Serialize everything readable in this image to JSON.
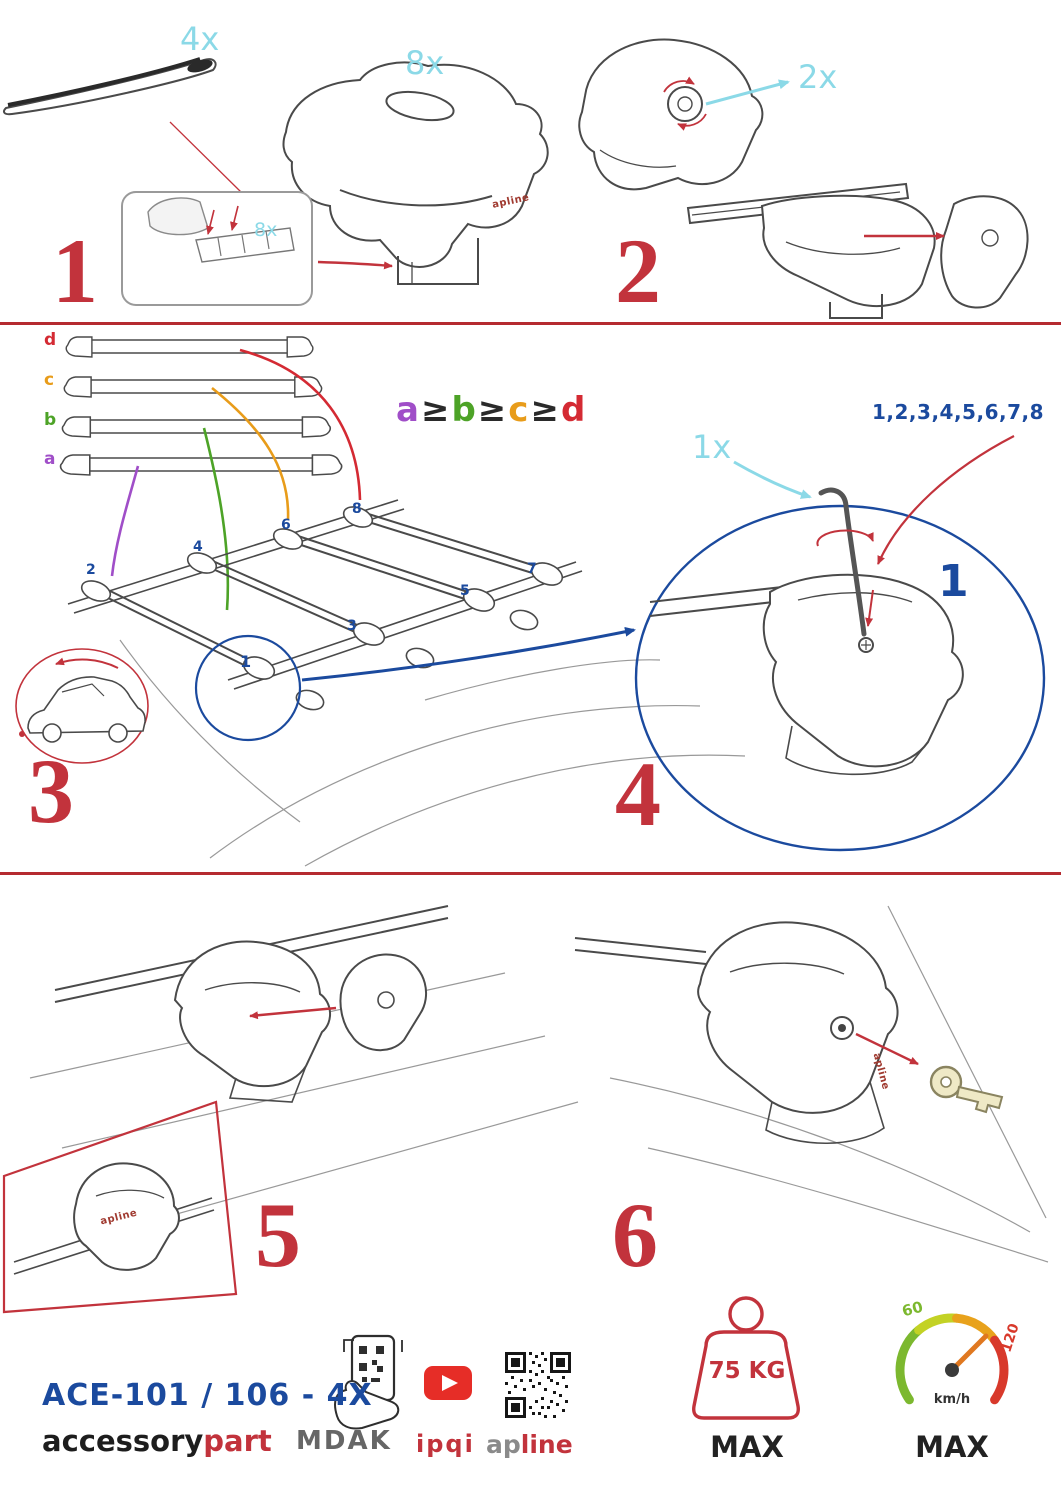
{
  "colors": {
    "accent_red": "#c2333c",
    "divider_red": "#b52a30",
    "quantity_cyan": "#8bd9e7",
    "callout_blue": "#1b4a9e",
    "bar_a_purple": "#a04ec8",
    "bar_b_green": "#4da327",
    "bar_c_orange": "#e89c1a",
    "bar_d_red": "#d42a33",
    "speed_green": "#7cb82f",
    "speed_red": "#d8392b"
  },
  "steps": {
    "s1": {
      "number": "1",
      "bar_qty": "4x",
      "foot_qty": "8x",
      "pad_qty": "8x"
    },
    "s2": {
      "number": "2",
      "lock_qty": "2x"
    },
    "s3": {
      "number": "3",
      "bar_labels": [
        "d",
        "c",
        "b",
        "a"
      ],
      "formula": [
        "a",
        "≥",
        "b",
        "≥",
        "c",
        "≥",
        "d"
      ],
      "positions": [
        "1",
        "2",
        "3",
        "4",
        "5",
        "6",
        "7",
        "8"
      ]
    },
    "s4": {
      "number": "4",
      "sequence": "1,2,3,4,5,6,7,8",
      "tool_qty": "1x",
      "position_callout": "1"
    },
    "s5": {
      "number": "5"
    },
    "s6": {
      "number": "6"
    }
  },
  "brand": {
    "foot_label": "apline"
  },
  "footer": {
    "model": "ACE-101 / 106 - 4X",
    "brand_black": "accessory",
    "brand_red": "part",
    "mdak": "MDAK",
    "ipqi": "ipqi",
    "apline_gray": "ap",
    "apline_red": "line",
    "weight_value": "75 KG",
    "weight_max": "MAX",
    "speed_low": "60",
    "speed_high": "120",
    "speed_unit": "km/h",
    "speed_max": "MAX"
  }
}
